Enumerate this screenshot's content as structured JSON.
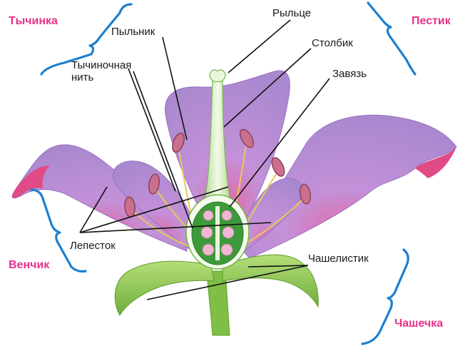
{
  "labels": {
    "stamen": "Тычинка",
    "pistil": "Пестик",
    "anther": "Пыльник",
    "stigma": "Рыльце",
    "style": "Столбик",
    "filament_line1": "Тычиночная",
    "filament_line2": "нить",
    "ovary": "Завязь",
    "petal": "Лепесток",
    "corolla": "Венчик",
    "sepal": "Чашелистик",
    "calyx": "Чашечка"
  },
  "colors": {
    "group_label": "#e8318a",
    "brace": "#1b7fd0",
    "petal": "#b48ad2",
    "petal_edge": "#e04b86",
    "sepal": "#8cc850",
    "stem": "#7fbf45",
    "ovule": "#f0b7d2"
  }
}
